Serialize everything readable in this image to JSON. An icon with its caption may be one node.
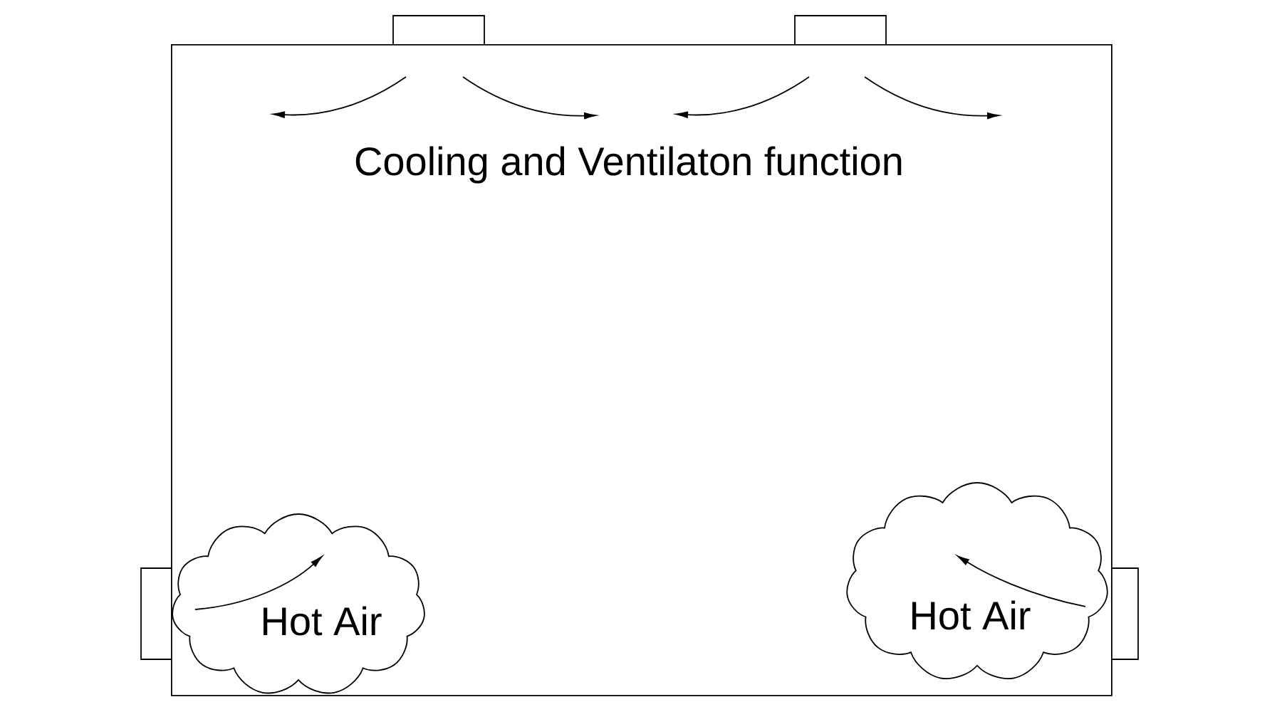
{
  "diagram": {
    "nodes": [
      {
        "text": [],
        "shape": "box"
      },
      {
        "text": [
          "Hot Air"
        ],
        "in": 0
      },
      {
        "text": [
          "Hot Air"
        ],
        "in": 0
      }
    ],
    "labels": [
      "Cooling and Ventilaton function"
    ]
  }
}
